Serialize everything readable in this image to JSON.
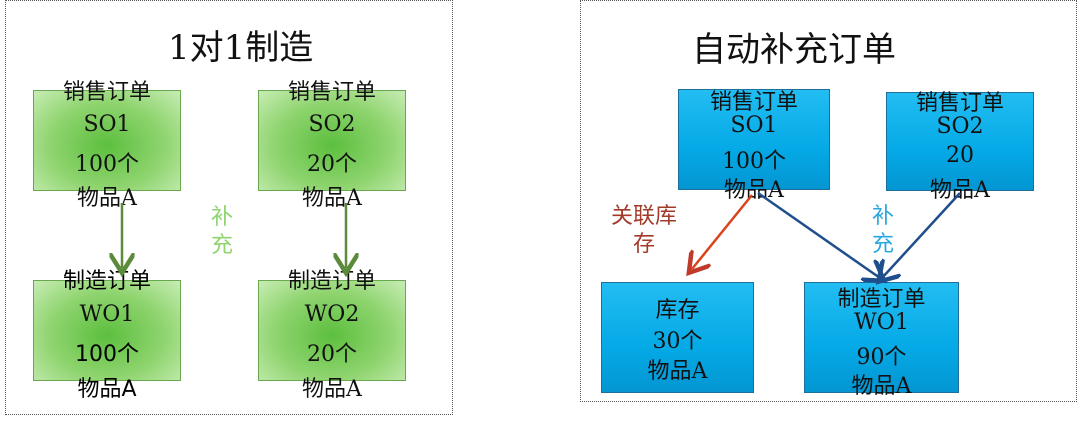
{
  "left_panel": {
    "title": "1对1制造",
    "so1": {
      "header": "销售订单",
      "id": "SO1",
      "qty": "100个",
      "item": "物品A"
    },
    "so2": {
      "header": "销售订单",
      "id": "SO2",
      "qty": "20个",
      "item": "物品A"
    },
    "wo1": {
      "header": "制造订单",
      "id": "WO1",
      "qty": "100个",
      "item": "物品A"
    },
    "wo2": {
      "header": "制造订单",
      "id": "WO2",
      "qty": "20个",
      "item": "物品A"
    },
    "side_label": [
      "补",
      "充"
    ]
  },
  "right_panel": {
    "title": "自动补充订单",
    "so1": {
      "header": "销售订单",
      "id": "SO1",
      "qty": "100个",
      "item": "物品A"
    },
    "so2": {
      "header": "销售订单",
      "id": "SO2",
      "qty": "20",
      "item": "物品A"
    },
    "stock": {
      "header": "库存",
      "qty": "30个",
      "item": "物品A"
    },
    "wo1": {
      "header": "制造订单",
      "id": "WO1",
      "qty": "90个",
      "item": "物品A"
    },
    "stock_label": [
      "关联库",
      "存"
    ],
    "replenish_label": [
      "补",
      "充"
    ]
  },
  "colors": {
    "green_arrow": "#5a8a3a",
    "red_arrow": "#c0392b",
    "blue_arrow": "#1f4e8c",
    "stock_label": "#a23a2a",
    "replenish_label_left": "#8fd46f",
    "replenish_label_right": "#2aa7e0"
  }
}
